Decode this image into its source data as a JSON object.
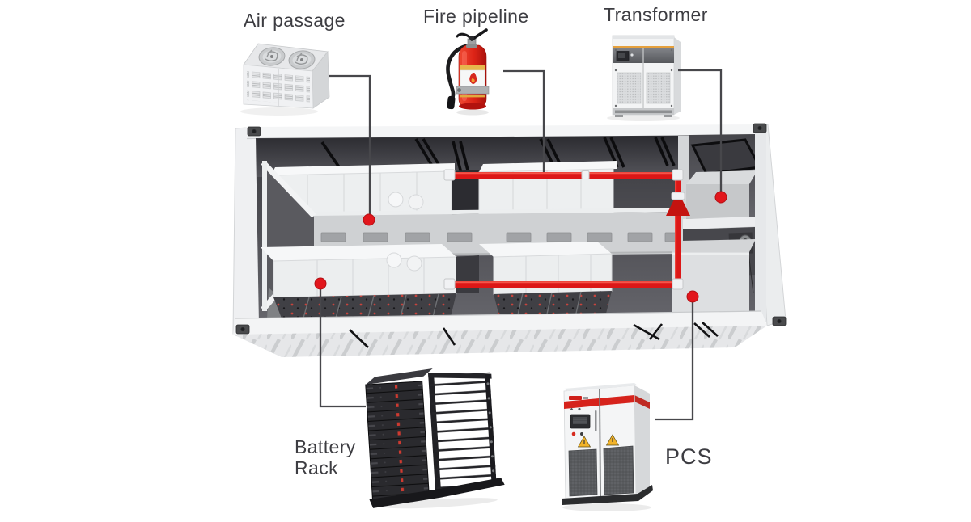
{
  "page": {
    "background": "#ffffff",
    "description": "Cutaway diagram of a containerized battery energy storage system with labeled components"
  },
  "colors": {
    "accent_red": "#e2161c",
    "pipe_red": "#dc1717",
    "leader_line": "#47474b",
    "label_text": "#3d3d42",
    "container_shell": "#f3f4f5",
    "interior_dark": "#4a4a4f"
  },
  "labels": {
    "air_passage": "Air passage",
    "fire_pipeline": "Fire pipeline",
    "transformer": "Transformer",
    "battery_rack": "Battery\nRack",
    "pcs": "PCS"
  },
  "illustrations": [
    {
      "name": "hvac-unit-illustration",
      "label": "Air passage"
    },
    {
      "name": "fire-extinguisher-illustration",
      "label": "Fire pipeline"
    },
    {
      "name": "transformer-cabinet-illustration",
      "label": "Transformer"
    },
    {
      "name": "battery-rack-illustration",
      "label": "Battery Rack"
    },
    {
      "name": "pcs-cabinet-illustration",
      "label": "PCS"
    }
  ]
}
